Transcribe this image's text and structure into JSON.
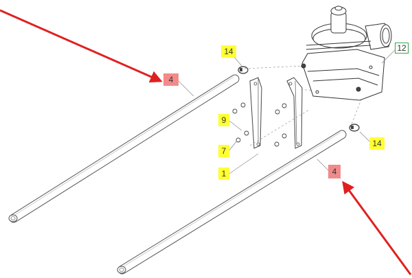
{
  "diagram": {
    "callouts": {
      "tube_left": {
        "label": "4",
        "color": "#f28a8a"
      },
      "tube_right": {
        "label": "4",
        "color": "#f28a8a"
      },
      "clamp_top": {
        "label": "14",
        "color": "#ffff33"
      },
      "clamp_right": {
        "label": "14",
        "color": "#ffff33"
      },
      "nut": {
        "label": "9",
        "color": "#ffff33"
      },
      "bolt": {
        "label": "7",
        "color": "#ffff33"
      },
      "bracket": {
        "label": "1",
        "color": "#ffff33"
      },
      "heater": {
        "label": "12",
        "color": "#2fa84f"
      }
    },
    "arrow_color": "#e02020"
  }
}
